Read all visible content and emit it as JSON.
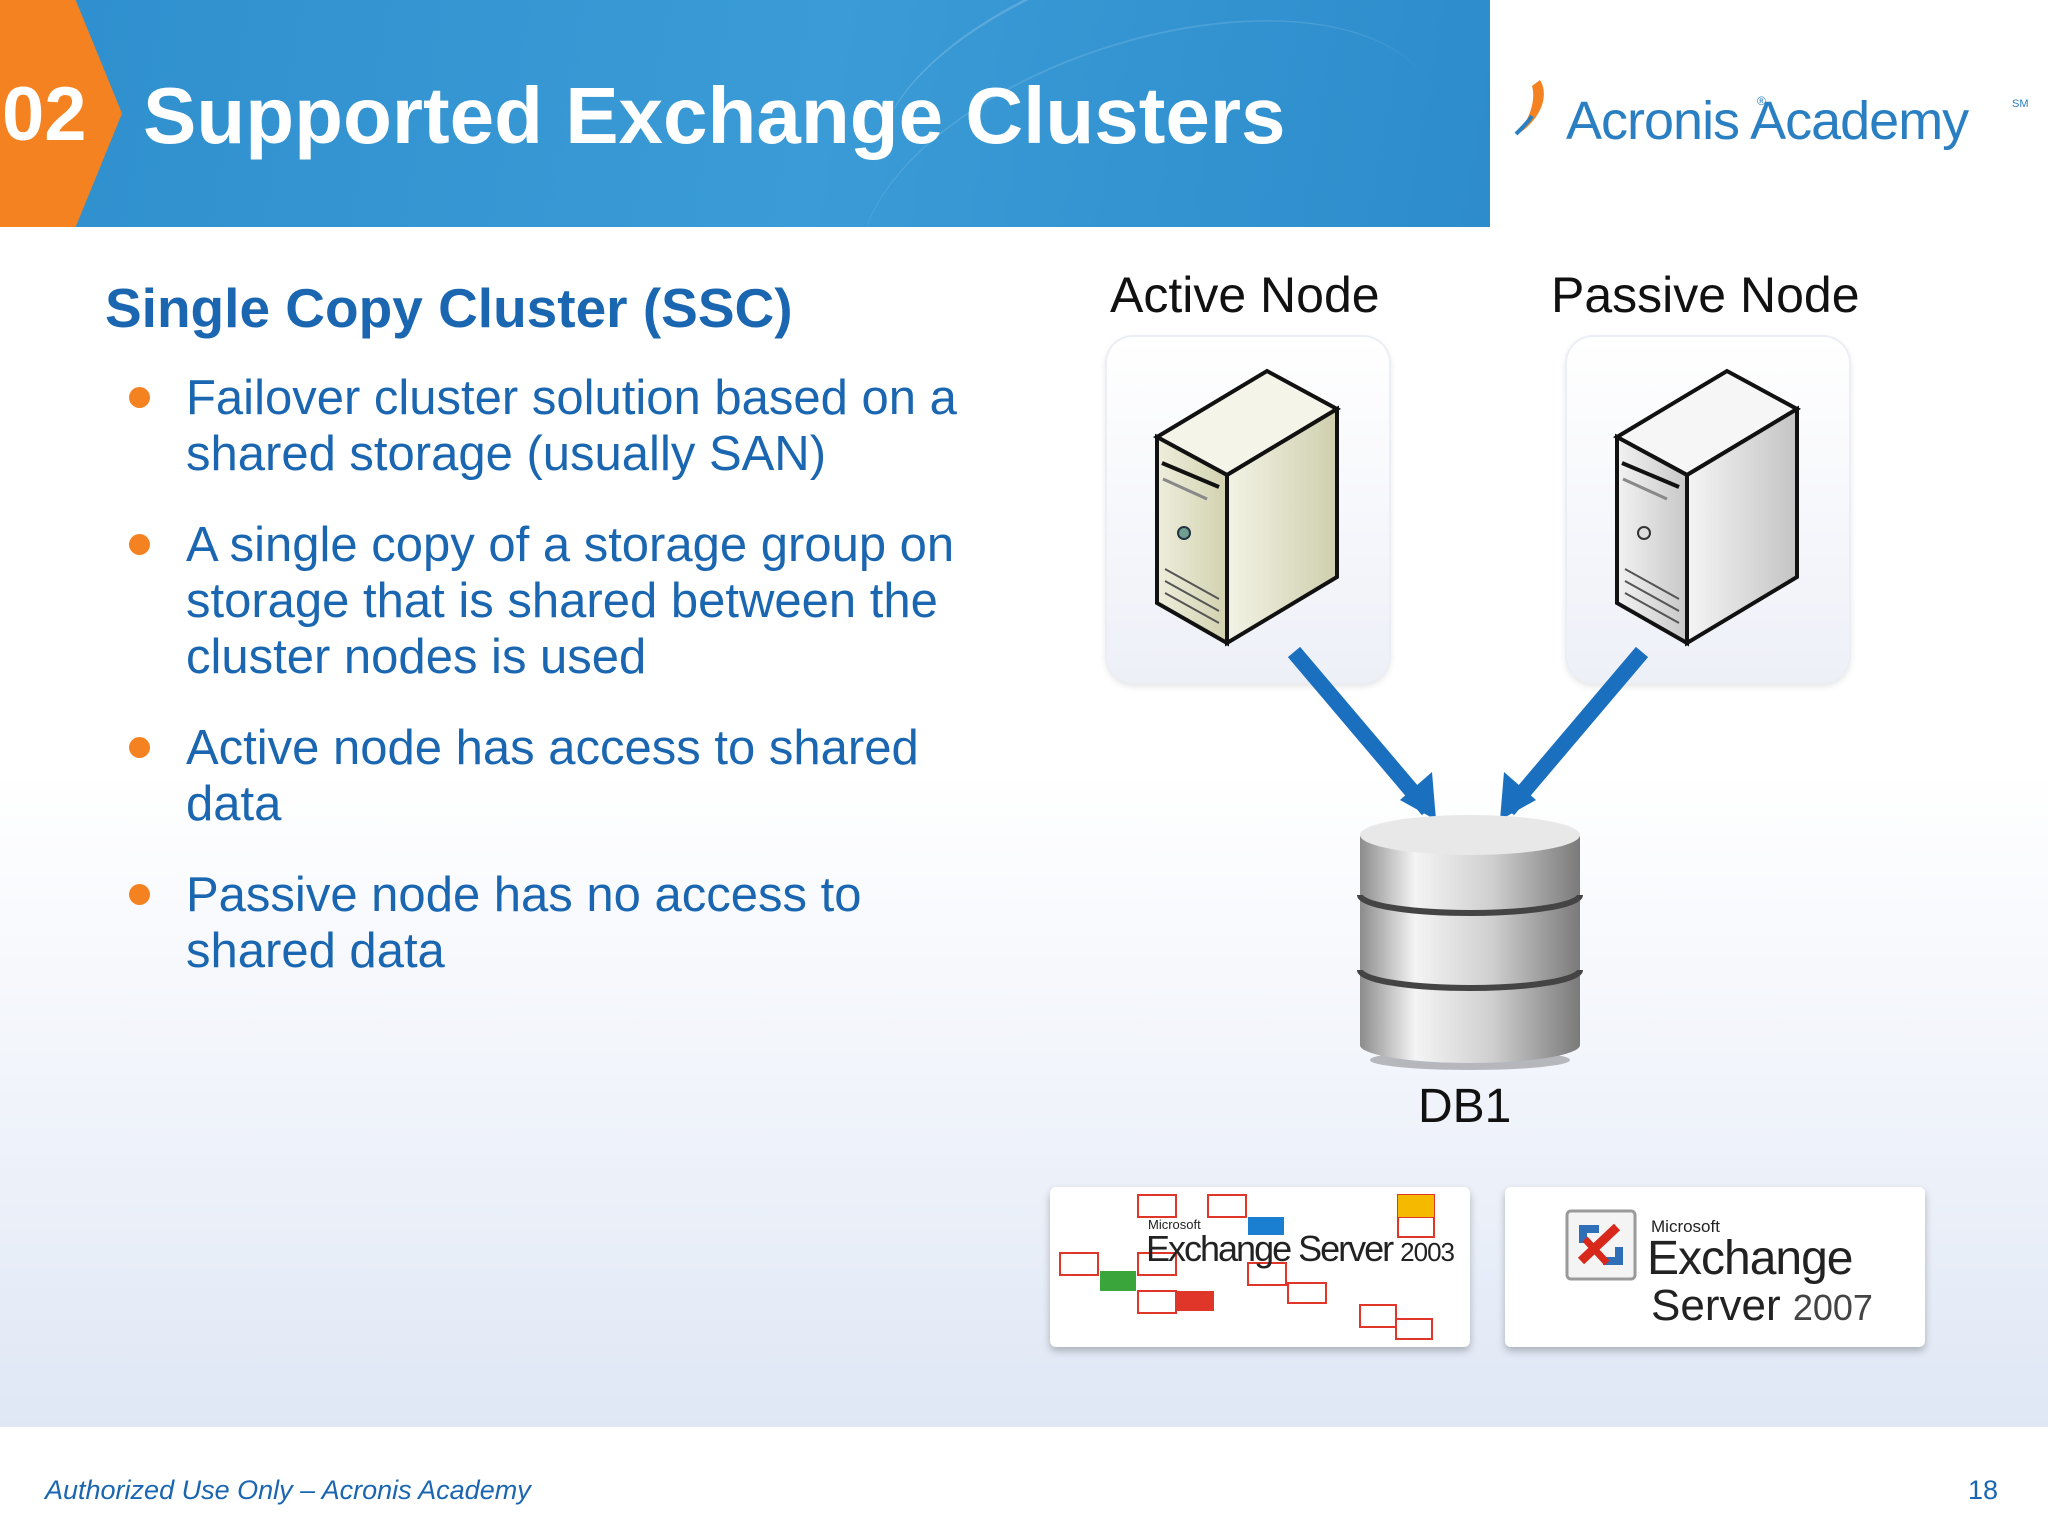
{
  "header": {
    "section_number": "02",
    "title": "Supported Exchange Clusters",
    "logo_text": "Acronis Academy",
    "logo_sm": "SM",
    "logo_reg": "®",
    "colors": {
      "band": "#3a9bd6",
      "tab": "#f58220"
    }
  },
  "content": {
    "subtitle": "Single Copy Cluster (SSC)",
    "bullets": [
      "Failover cluster solution based on a shared storage (usually SAN)",
      "A single copy of a storage group on storage that is shared between the cluster nodes is used",
      "Active node has access to shared data",
      "Passive node has no access to shared data"
    ]
  },
  "diagram": {
    "active_node_label": "Active Node",
    "passive_node_label": "Passive Node",
    "database_label": "DB1",
    "arrow_color": "#1a6fbf",
    "exchange_2003": {
      "brand": "Microsoft",
      "name": "Exchange Server",
      "version": "2003"
    },
    "exchange_2007": {
      "brand": "Microsoft",
      "name": "Exchange",
      "name2": "Server",
      "version": "2007"
    }
  },
  "footer": {
    "text": "Authorized Use Only – Acronis Academy",
    "page_number": "18"
  }
}
